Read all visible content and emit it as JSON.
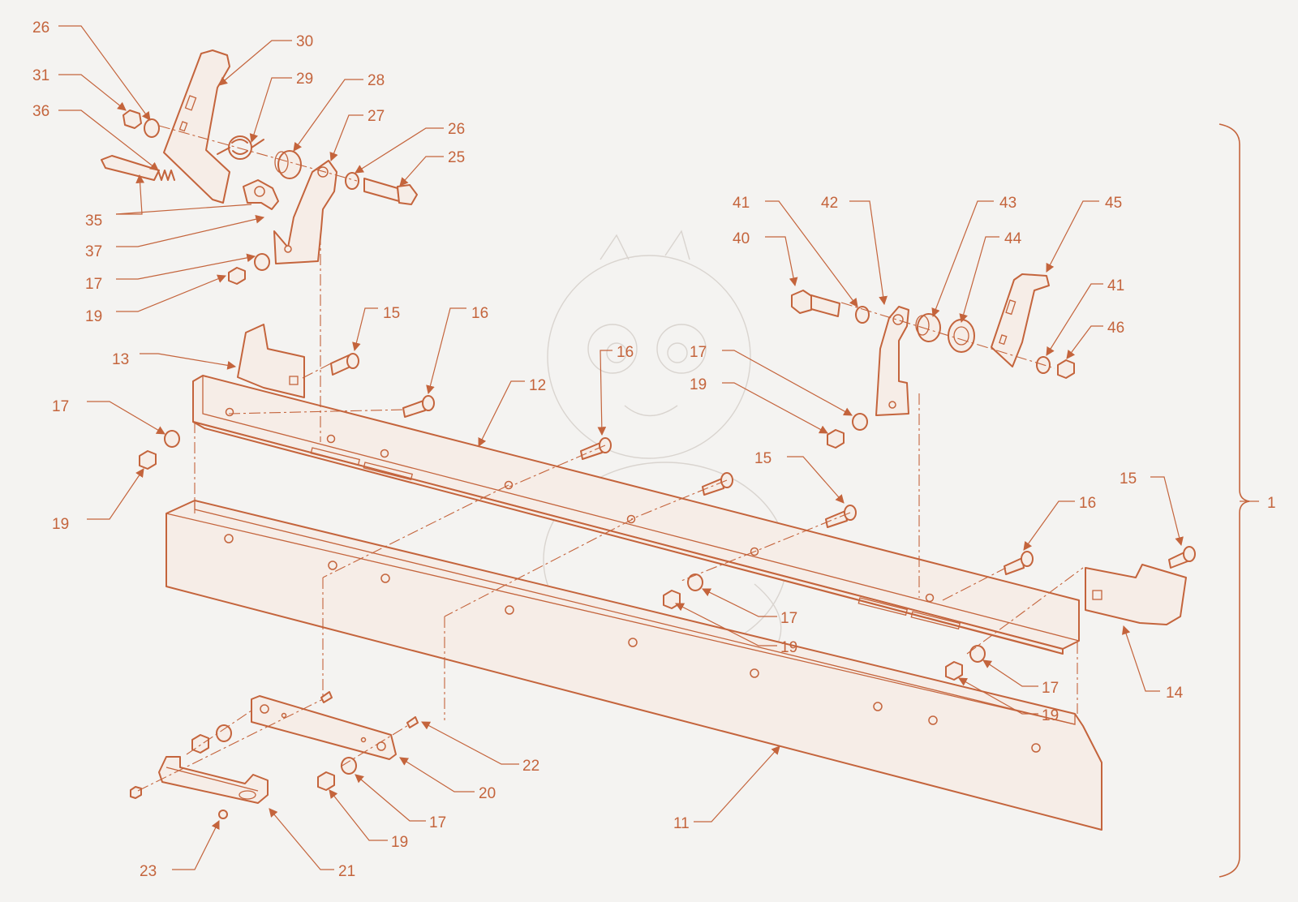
{
  "diagram": {
    "type": "exploded-parts-view",
    "accent_color": "#c4643c",
    "background_color": "#f4f3f1",
    "callouts": [
      "1",
      "11",
      "12",
      "13",
      "14",
      "15",
      "16",
      "17",
      "19",
      "20",
      "21",
      "22",
      "23",
      "25",
      "26",
      "27",
      "28",
      "29",
      "30",
      "31",
      "35",
      "36",
      "37",
      "40",
      "41",
      "42",
      "43",
      "44",
      "45",
      "46"
    ]
  },
  "labels": {
    "l26a": "26",
    "l31": "31",
    "l36": "36",
    "l30": "30",
    "l29": "29",
    "l28": "28",
    "l27": "27",
    "l26b": "26",
    "l25": "25",
    "l35": "35",
    "l37": "37",
    "l17a": "17",
    "l19a": "19",
    "l13": "13",
    "l15a": "15",
    "l16a": "16",
    "l17b": "17",
    "l19b": "19",
    "l12": "12",
    "l16b": "16",
    "l17c": "17",
    "l19c": "19",
    "l15b": "15",
    "l41a": "41",
    "l42": "42",
    "l43": "43",
    "l45": "45",
    "l40": "40",
    "l44": "44",
    "l41b": "41",
    "l46": "46",
    "l15c": "15",
    "l16c": "16",
    "l1": "1",
    "l17d": "17",
    "l19d": "19",
    "l17e": "17",
    "l19e": "19",
    "l14": "14",
    "l22": "22",
    "l20": "20",
    "l17f": "17",
    "l19f": "19",
    "l11": "11",
    "l23": "23",
    "l21": "21"
  }
}
